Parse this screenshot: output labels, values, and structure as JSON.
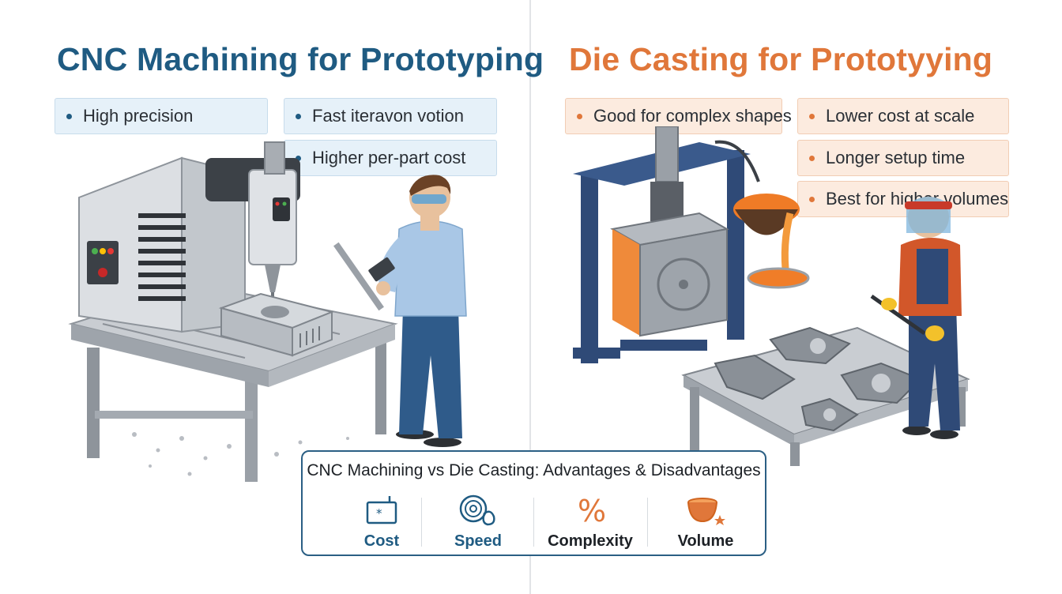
{
  "left": {
    "title": "CNC Machining for Prototyping",
    "bullets": [
      "High precision",
      "Fast iteravon votion",
      "Higher per-part cost"
    ]
  },
  "right": {
    "title": "Die Casting for Prototyying",
    "bullets": [
      "Good for complex shapes",
      "Lower cost at scale",
      "Longer setup time",
      "Best for higher volumes"
    ]
  },
  "summary": {
    "title": "CNC Machining vs Die Casting: Advantages & Disadvantages",
    "metrics": [
      {
        "label": "Cost",
        "icon": "machine-panel-icon"
      },
      {
        "label": "Speed",
        "icon": "spiral-timer-icon"
      },
      {
        "label": "Complexity",
        "icon": "percent-icon"
      },
      {
        "label": "Volume",
        "icon": "bowl-icon"
      }
    ]
  },
  "colors": {
    "cnc_blue": "#1f5b82",
    "die_orange": "#e0773a",
    "text_dark": "#2a2f35"
  }
}
